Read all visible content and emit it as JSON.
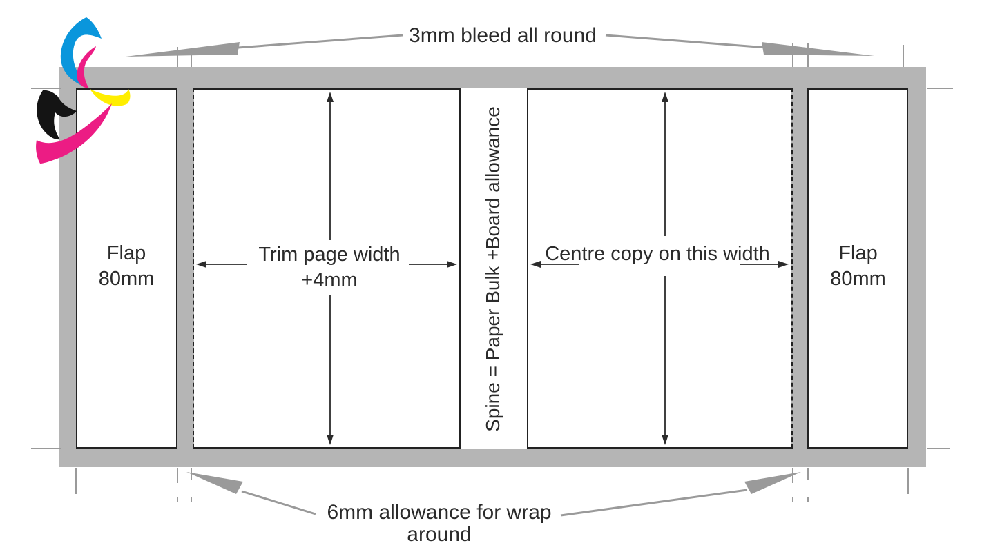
{
  "title": "Book cover layout template diagram",
  "colors": {
    "background": "#ffffff",
    "bleed_gray": "#b5b5b5",
    "crop_gray": "#9a9a9a",
    "line_dark": "#2b2b2b",
    "text": "#2b2b2b",
    "logo_cyan": "#0a96dc",
    "logo_magenta": "#ec1c84",
    "logo_yellow": "#ffee00",
    "logo_black": "#141414"
  },
  "callouts": {
    "bleed_label": "3mm bleed all round",
    "wrap_label": "6mm allowance for wrap around"
  },
  "panels": {
    "flap_left": {
      "line1": "Flap",
      "line2": "80mm"
    },
    "front_cover": {
      "line1": "Trim page width",
      "line2": "+4mm"
    },
    "spine": {
      "label": "Spine = Paper Bulk +Board allowance"
    },
    "back_cover": {
      "label": "Centre copy on this width"
    },
    "flap_right": {
      "line1": "Flap",
      "line2": "80mm"
    }
  },
  "logo": {
    "icon": "cmyk-swirl-logo"
  }
}
